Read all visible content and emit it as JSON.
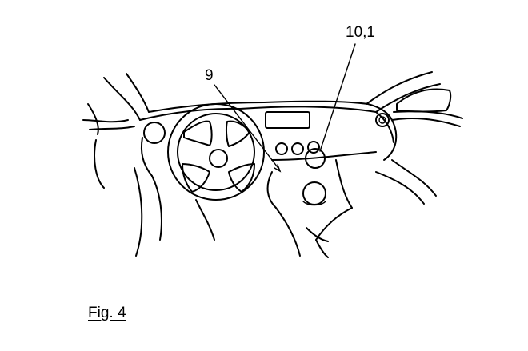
{
  "labels": {
    "steering_ref": "9",
    "control_ref": "10,1"
  },
  "caption": "Fig. 4"
}
